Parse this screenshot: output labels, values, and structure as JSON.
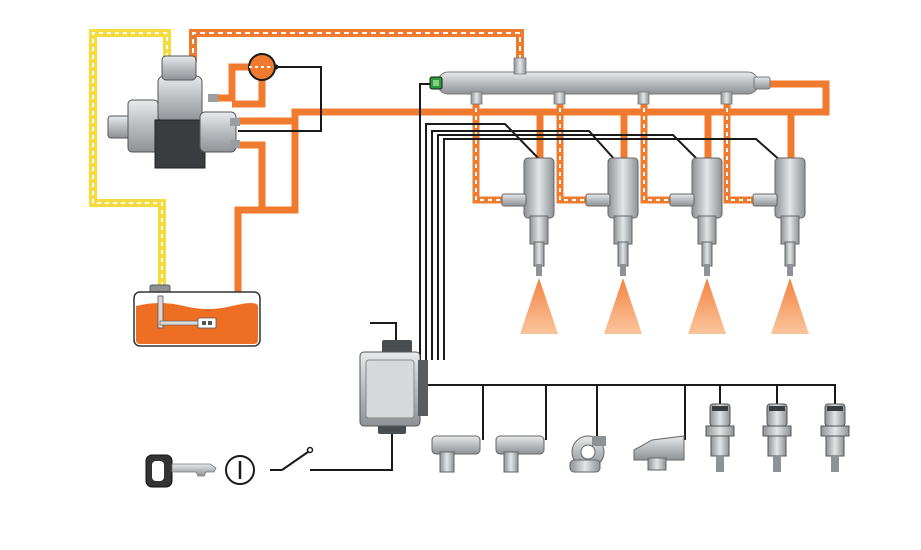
{
  "diagram": {
    "type": "common-rail diesel injection schematic",
    "components": {
      "high_pressure_pump": "high-pressure-pump",
      "pressure_regulator": "pressure-control-valve",
      "fuel_tank": "fuel-tank",
      "rail": "common-rail",
      "rail_pressure_sensor": "rail-pressure-sensor",
      "injectors": [
        "injector-1",
        "injector-2",
        "injector-3",
        "injector-4"
      ],
      "ecu": "engine-control-unit",
      "ignition_key": "ignition-key-icon",
      "ignition_switch": "ignition-switch-icon",
      "sensors": [
        "crank-sensor",
        "cam-sensor",
        "pedal-sensor",
        "air-mass-sensor",
        "temp-sensor-1",
        "temp-sensor-2",
        "temp-sensor-3"
      ]
    },
    "colors": {
      "high_pressure_fuel": "#f07a2e",
      "low_pressure_fuel": "#f5dc3c",
      "return_fuel": "#f07a2e",
      "signal_wire": "#1a1a1a",
      "metal": "#b9bcbf",
      "dark_metal": "#3a3d40",
      "tank_fuel": "#ee6f24",
      "spray": "#f47a35"
    }
  }
}
